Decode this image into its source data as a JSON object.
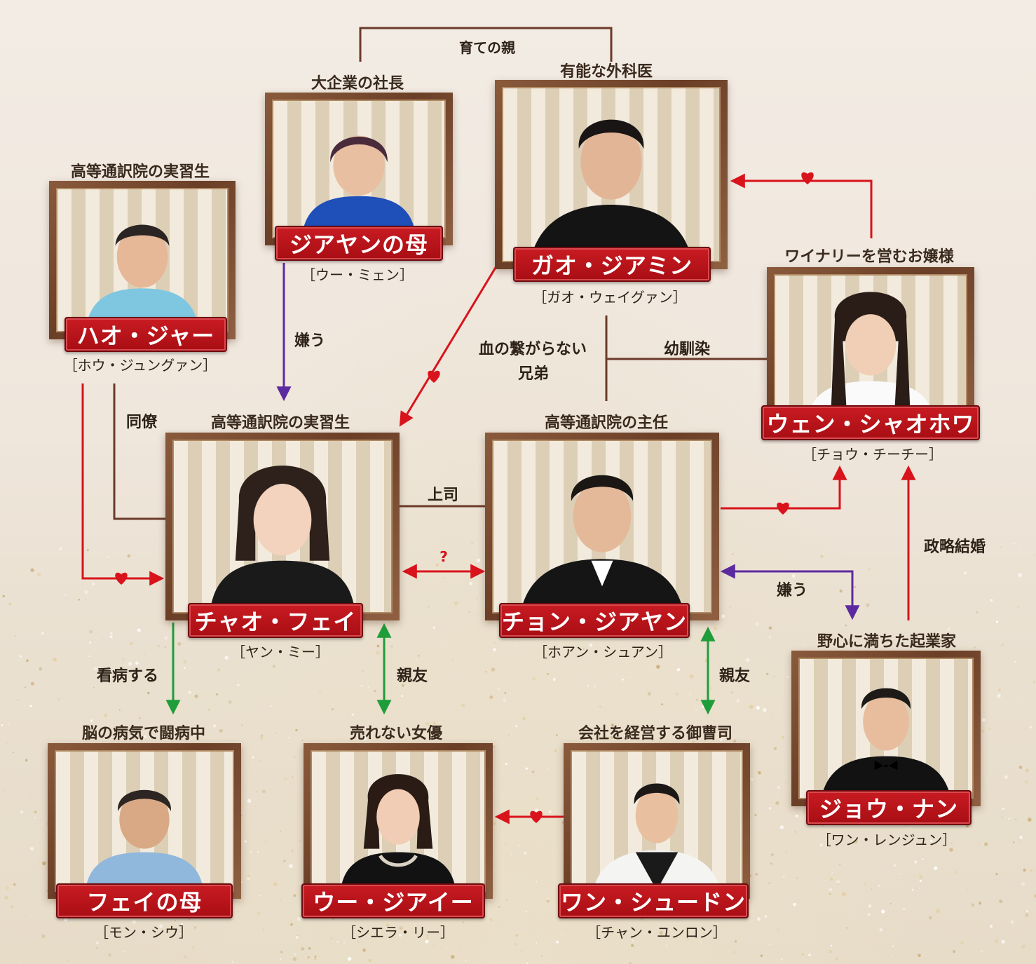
{
  "colors": {
    "heart_red": "#d9131b",
    "dislike_purple": "#5c2aa0",
    "friend_green": "#1f9d3a",
    "line_brown": "#6b3a2a",
    "plate_red": "#b3141b"
  },
  "characters": {
    "hao_jia": {
      "role": "高等通訳院の実習生",
      "name": "ハオ・ジャー",
      "actor": "［ホウ・ジュングァン］"
    },
    "mother": {
      "role": "大企業の社長",
      "name": "ジアヤンの母",
      "actor": "［ウー・ミェン］"
    },
    "gao": {
      "role": "有能な外科医",
      "name": "ガオ・ジアミン",
      "actor": "［ガオ・ウェイグァン］"
    },
    "wen": {
      "role": "ワイナリーを営むお嬢様",
      "name": "ウェン・シャオホワ",
      "actor": "［チョウ・チーチー］"
    },
    "zhao": {
      "role": "高等通訳院の実習生",
      "name": "チャオ・フェイ",
      "actor": "［ヤン・ミー］"
    },
    "cheng": {
      "role": "高等通訳院の主任",
      "name": "チョン・ジアヤン",
      "actor": "［ホアン・シュアン］"
    },
    "zhou": {
      "role": "野心に満ちた起業家",
      "name": "ジョウ・ナン",
      "actor": "［ワン・レンジュン］"
    },
    "fei_mom": {
      "role": "脳の病気で闘病中",
      "name": "フェイの母",
      "actor": "［モン・シウ］"
    },
    "wu": {
      "role": "売れない女優",
      "name": "ウー・ジアイー",
      "actor": "［シエラ・リー］"
    },
    "wang": {
      "role": "会社を経営する御曹司",
      "name": "ワン・シュードン",
      "actor": "［チャン・ユンロン］"
    }
  },
  "relations": {
    "foster_parent": "育ての親",
    "dislike_1": "嫌う",
    "not_blood_line1": "血の繋がらない",
    "not_blood_line2": "兄弟",
    "childhood_friend": "幼馴染",
    "colleague": "同僚",
    "boss": "上司",
    "question": "?",
    "political_marriage": "政略結婚",
    "dislike_2": "嫌う",
    "nursing": "看病する",
    "best_friend_1": "親友",
    "best_friend_2": "親友"
  },
  "icons": {
    "heart": "heart-icon",
    "arrowhead": "arrowhead-icon"
  }
}
